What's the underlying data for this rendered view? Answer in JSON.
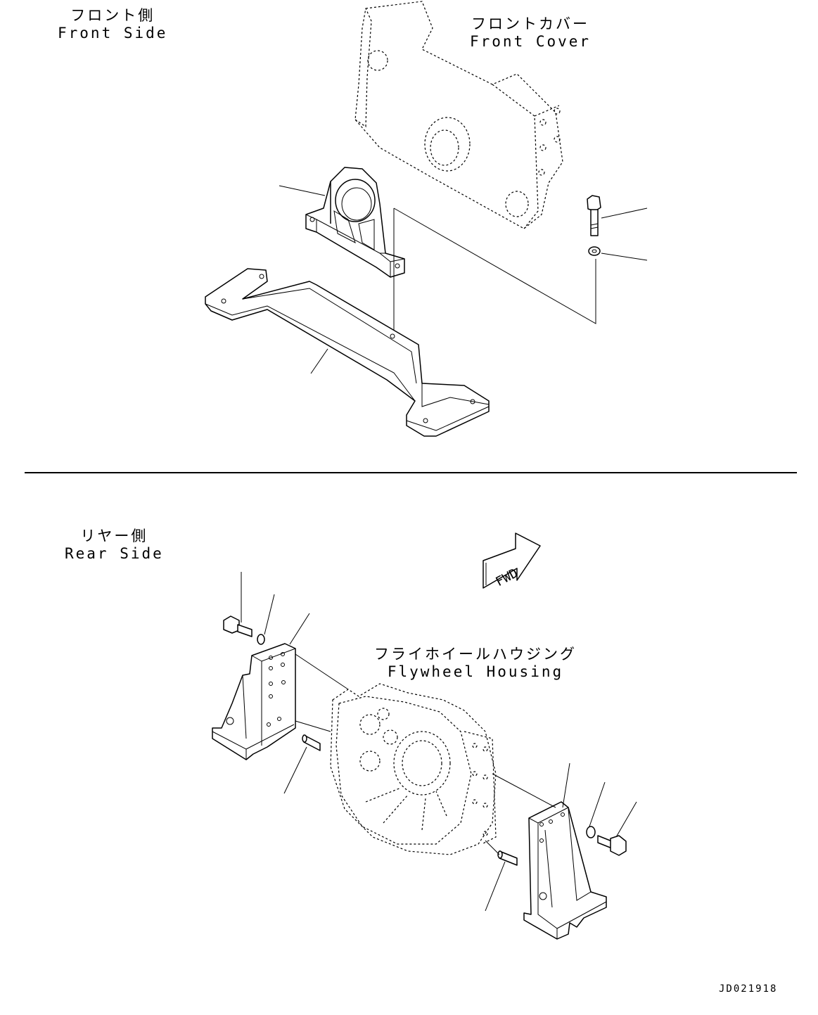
{
  "labels": {
    "front_side_jp": "フロント側",
    "front_side_en": "Front Side",
    "front_cover_jp": "フロントカバー",
    "front_cover_en": "Front Cover",
    "rear_side_jp": "リヤー側",
    "rear_side_en": "Rear Side",
    "flywheel_housing_jp": "フライホイールハウジング",
    "flywheel_housing_en": "Flywheel Housing",
    "fwd": "FWD"
  },
  "drawing_code": "JD021918"
}
